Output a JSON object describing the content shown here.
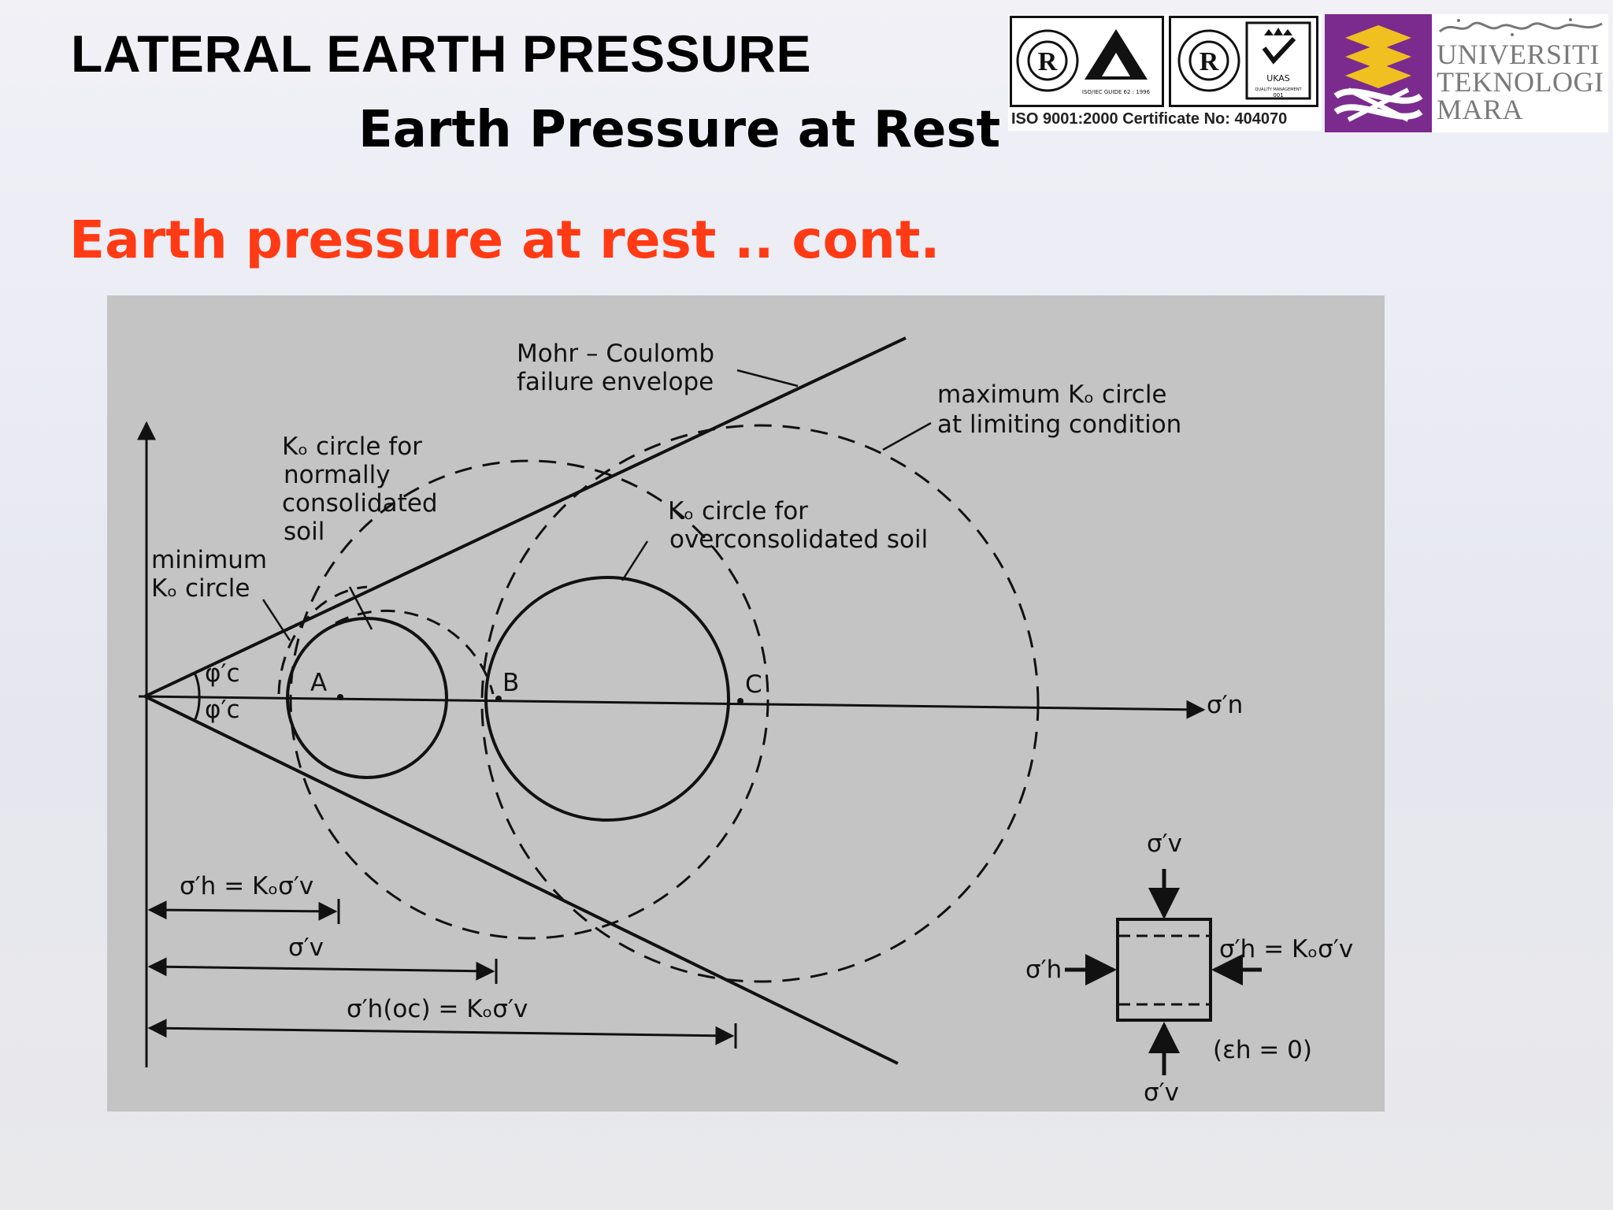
{
  "header": {
    "title": "LATERAL EARTH PRESSURE",
    "subtitle": "Earth Pressure at Rest"
  },
  "section_heading": "Earth pressure at rest .. cont.",
  "logos": {
    "certificate_text": "ISO 9001:2000 Certificate No: 404070",
    "university_lines": [
      "UNIVERSITI",
      "TEKNOLOGI",
      "MARA"
    ],
    "university_jawi": "اونيۏرسيتي تيکنولوݢي مارا",
    "badge_small_text": [
      "ISO/IEC GUIDE 62 : 1996",
      "UKAS",
      "QUALITY MANAGEMENT",
      "001"
    ]
  },
  "diagram": {
    "labels": {
      "mohr_coulomb": [
        "Mohr – Coulomb",
        "failure envelope"
      ],
      "max_circle": [
        "maximum Kₒ circle",
        "at limiting condition"
      ],
      "nc_circle": [
        "Kₒ circle for",
        "normally",
        "consolidated",
        "soil"
      ],
      "oc_circle": [
        "Kₒ circle for",
        "overconsolidated soil"
      ],
      "min_circle": [
        "minimum",
        "Kₒ circle"
      ],
      "phi_upper": "φ′c",
      "phi_lower": "φ′c",
      "point_a": "A",
      "point_b": "B",
      "point_c": "C",
      "axis_sigma_n": "σ′n",
      "dim_sigma_h": "σ′h = Kₒσ′v",
      "dim_sigma_v": "σ′v",
      "dim_sigma_hoc": "σ′h(oc) = Kₒσ′v",
      "elem_sigma_v_top": "σ′v",
      "elem_sigma_v_bottom": "σ′v",
      "elem_sigma_h_left": "σ′h",
      "elem_sigma_h_right": "σ′h = Kₒσ′v",
      "elem_strain": "(εh = 0)"
    }
  }
}
